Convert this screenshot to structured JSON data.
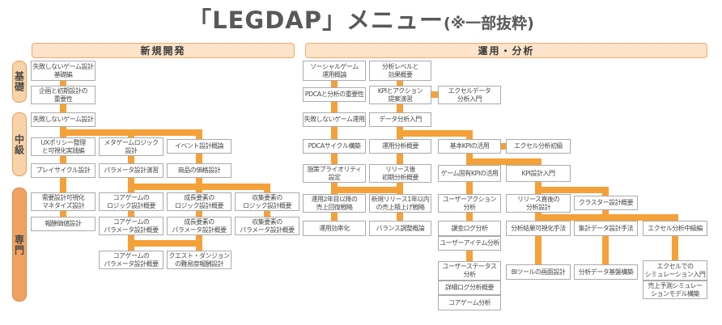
{
  "title": {
    "main": "「LEGDAP」メニュー",
    "suffix": "(※一部抜粋)"
  },
  "levels": [
    {
      "label": "基礎"
    },
    {
      "label": "中級"
    },
    {
      "label": "専門"
    }
  ],
  "new_dev": {
    "header": "新規開発",
    "col1": [
      "失敗しないゲーム設計\n基礎編",
      "企画と初期設計の\n重要性",
      "失敗しないゲーム設計",
      "UXポリシー整理\nと可視化実践編",
      "プレイサイクル設計",
      "需要設計可視化\nマネタイズ設計",
      "報酬価値設計"
    ],
    "col2": [
      "メタゲームロジック\n設計",
      "パラメータ設計演習",
      "コアゲームの\nロジック設計概要",
      "コアゲームの\nパラメータ設計概要",
      "コアゲームの\nパラメータ設計概要"
    ],
    "col3": [
      "イベント設計概論",
      "商品の価格設計",
      "成長要素の\nロジック設計概要",
      "成長要素の\nパラメータ設計概要",
      "クエスト・ダンジョン\nの難易度報酬設計"
    ],
    "col4": [
      "収集要素の\nロジック設計概要",
      "収集要素の\nパラメータ設計概要"
    ]
  },
  "ops": {
    "header": "運用・分析",
    "col1": [
      "ソーシャルゲーム\n運用概論",
      "PDCAと分析の重要性",
      "失敗しないゲーム運用",
      "PDCAサイクル構築",
      "施策プライオリティ\n設定",
      "運用2年目以降の\n売上回復戦略",
      "運用効率化"
    ],
    "col2": [
      "分析レベルと\n効果概要",
      "KPIとアクション\n提案演習",
      "データ分析入門",
      "運用分析概要",
      "リリース後\n初期分析概要",
      "新規リリース1年以内\nの売上積上げ戦略",
      "バランス調整概論"
    ],
    "col3": [
      "エクセルデータ\n分析入門",
      "基本KPIの活用",
      "ゲーム固有KPIの活用",
      "ユーザーアクション\n分析",
      "課金ログ分析",
      "ユーザーアイテム分析",
      "ユーザーステータス\n分析",
      "詳細ログ分析概要",
      "コアゲーム分析"
    ],
    "col4": [
      "エクセル分析初級",
      "KPI設計入門",
      "リリース直後の\n分析設計",
      "分析結果可視化手法",
      "BIツールの画面設計"
    ],
    "col5": [
      "クラスター設計概要",
      "集計データ設計手法",
      "分析データ基盤構築"
    ],
    "col6": [
      "エクセル分析中級編",
      "エクセルでの\nシミュレーション入門",
      "売上予測シミュレー\nションモデル構築"
    ]
  },
  "colors": {
    "connector": "#F5A139",
    "header_fill": "#FCE3C9",
    "header_border": "#F3A968",
    "level_fill": "#F8D3A9",
    "level_border": "#ED9E55",
    "level_advanced_fill": "#F0A263",
    "level_advanced_border": "#DD8A3E",
    "box_border": "#ABABAB",
    "title_color": "#58585A"
  }
}
